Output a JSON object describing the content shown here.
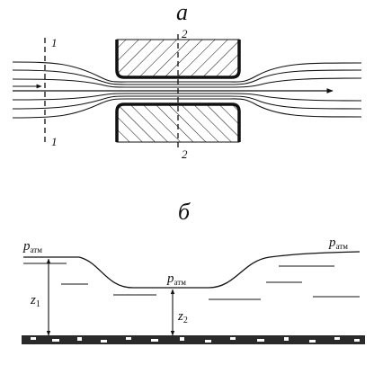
{
  "figure": {
    "panel_a_label": "а",
    "panel_b_label": "б",
    "section_1": "1",
    "section_2": "2",
    "pressure_symbol": "p",
    "pressure_subscript": "атм",
    "z_symbol": "z",
    "z1_subscript": "1",
    "z2_subscript": "2"
  },
  "colors": {
    "ink": "#111111",
    "background": "#ffffff"
  }
}
